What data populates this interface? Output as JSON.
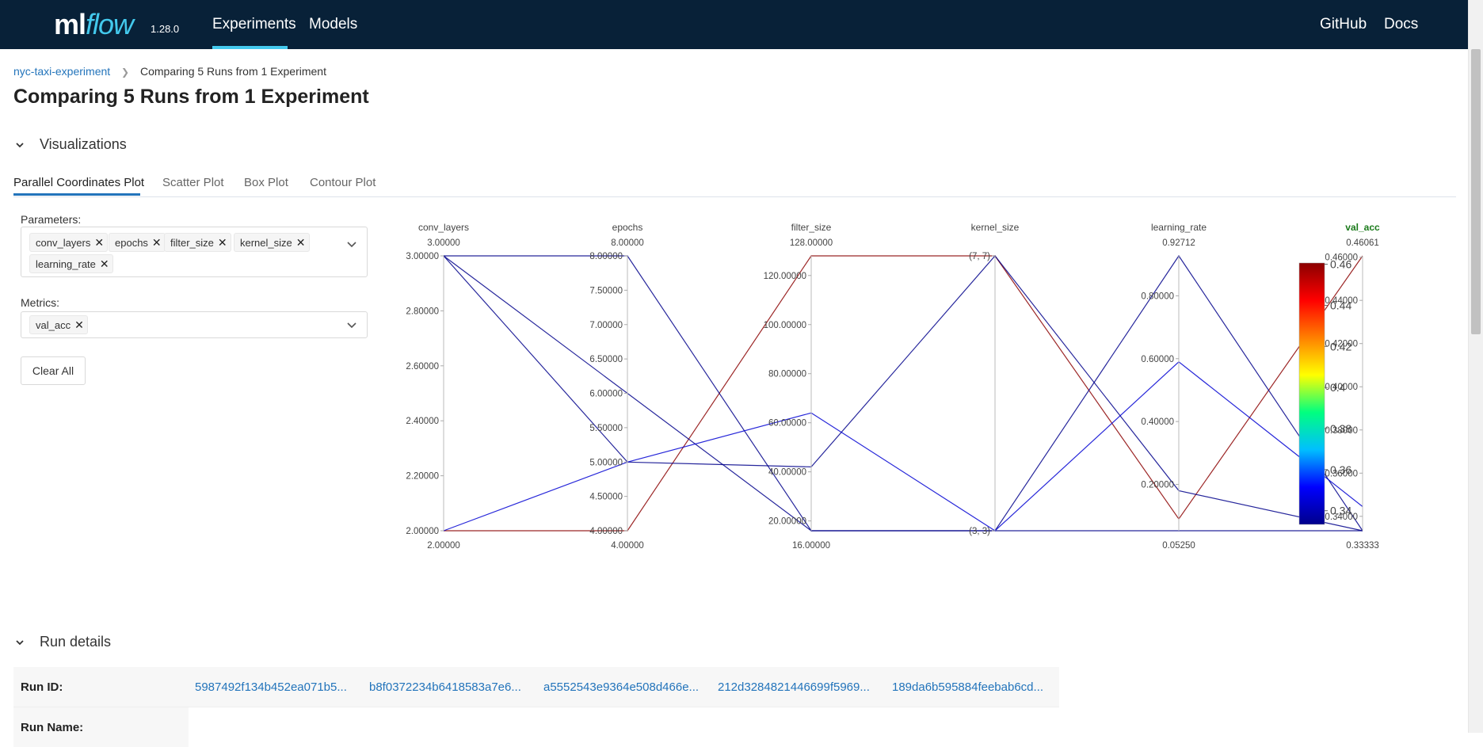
{
  "app": {
    "logo_ml": "ml",
    "logo_flow": "flow",
    "version": "1.28.0"
  },
  "nav": {
    "experiments": "Experiments",
    "models": "Models",
    "github": "GitHub",
    "docs": "Docs"
  },
  "breadcrumb": {
    "experiment": "nyc-taxi-experiment",
    "current": "Comparing 5 Runs from 1 Experiment"
  },
  "page_title": "Comparing 5 Runs from 1 Experiment",
  "visualizations": {
    "title": "Visualizations",
    "tabs": [
      "Parallel Coordinates Plot",
      "Scatter Plot",
      "Box Plot",
      "Contour Plot"
    ],
    "active_tab": "Parallel Coordinates Plot",
    "parameters_label": "Parameters:",
    "parameters": [
      "conv_layers",
      "epochs",
      "filter_size",
      "kernel_size",
      "learning_rate"
    ],
    "metrics_label": "Metrics:",
    "metrics": [
      "val_acc"
    ],
    "clear_all": "Clear All"
  },
  "chart_data": {
    "type": "parallel_coordinates",
    "dimensions": [
      {
        "name": "conv_layers",
        "min": 2,
        "max": 3,
        "min_label": "2.00000",
        "max_label": "3.00000",
        "ticks": [
          {
            "v": 2,
            "t": "2.00000"
          },
          {
            "v": 2.2,
            "t": "2.20000"
          },
          {
            "v": 2.4,
            "t": "2.40000"
          },
          {
            "v": 2.6,
            "t": "2.60000"
          },
          {
            "v": 2.8,
            "t": "2.80000"
          },
          {
            "v": 3,
            "t": "3.00000"
          }
        ]
      },
      {
        "name": "epochs",
        "min": 4,
        "max": 8,
        "min_label": "4.00000",
        "max_label": "8.00000",
        "ticks": [
          {
            "v": 4,
            "t": "4.00000"
          },
          {
            "v": 4.5,
            "t": "4.50000"
          },
          {
            "v": 5,
            "t": "5.00000"
          },
          {
            "v": 5.5,
            "t": "5.50000"
          },
          {
            "v": 6,
            "t": "6.00000"
          },
          {
            "v": 6.5,
            "t": "6.50000"
          },
          {
            "v": 7,
            "t": "7.00000"
          },
          {
            "v": 7.5,
            "t": "7.50000"
          },
          {
            "v": 8,
            "t": "8.00000"
          }
        ]
      },
      {
        "name": "filter_size",
        "min": 16,
        "max": 128,
        "min_label": "16.00000",
        "max_label": "128.00000",
        "ticks": [
          {
            "v": 20,
            "t": "20.00000"
          },
          {
            "v": 40,
            "t": "40.00000"
          },
          {
            "v": 60,
            "t": "60.00000"
          },
          {
            "v": 80,
            "t": "80.00000"
          },
          {
            "v": 100,
            "t": "100.00000"
          },
          {
            "v": 120,
            "t": "120.00000"
          }
        ]
      },
      {
        "name": "kernel_size",
        "min": 0,
        "max": 1,
        "min_label": "",
        "max_label": "",
        "ticks": [
          {
            "v": 0,
            "t": "(3, 3)"
          },
          {
            "v": 1,
            "t": "(7, 7)"
          }
        ]
      },
      {
        "name": "learning_rate",
        "min": 0.0525,
        "max": 0.92712,
        "min_label": "0.05250",
        "max_label": "0.92712",
        "ticks": [
          {
            "v": 0.2,
            "t": "0.20000"
          },
          {
            "v": 0.4,
            "t": "0.40000"
          },
          {
            "v": 0.6,
            "t": "0.60000"
          },
          {
            "v": 0.8,
            "t": "0.80000"
          }
        ]
      },
      {
        "name": "val_acc",
        "min": 0.33333,
        "max": 0.46061,
        "min_label": "0.33333",
        "max_label": "0.46061",
        "ticks": [
          {
            "v": 0.34,
            "t": "0.34000"
          },
          {
            "v": 0.36,
            "t": "0.36000"
          },
          {
            "v": 0.38,
            "t": "0.38000"
          },
          {
            "v": 0.4,
            "t": "0.40000"
          },
          {
            "v": 0.42,
            "t": "0.42000"
          },
          {
            "v": 0.44,
            "t": "0.44000"
          },
          {
            "v": 0.46,
            "t": "0.46000"
          }
        ]
      }
    ],
    "runs": [
      {
        "values": [
          2,
          4,
          128,
          1,
          0.09,
          0.46061
        ]
      },
      {
        "values": [
          3,
          8,
          16,
          0,
          0.0525,
          0.33333
        ]
      },
      {
        "values": [
          3,
          6,
          16,
          0,
          0.92712,
          0.33333
        ]
      },
      {
        "values": [
          3,
          5,
          42,
          1,
          0.18,
          0.33333
        ]
      },
      {
        "values": [
          2,
          5,
          64,
          0,
          0.59,
          0.3445
        ]
      }
    ],
    "colorscale": {
      "min": 0.33333,
      "max": 0.46061,
      "ticks": [
        {
          "v": 0.34,
          "t": "0.34"
        },
        {
          "v": 0.36,
          "t": "0.36"
        },
        {
          "v": 0.38,
          "t": "0.38"
        },
        {
          "v": 0.4,
          "t": "0.4"
        },
        {
          "v": 0.42,
          "t": "0.42"
        },
        {
          "v": 0.44,
          "t": "0.44"
        },
        {
          "v": 0.46,
          "t": "0.46"
        }
      ],
      "colors": [
        "#00008b",
        "#0000ff",
        "#00bfff",
        "#00ff80",
        "#ffff00",
        "#ff8000",
        "#ff0000",
        "#8b0000"
      ]
    },
    "highlight_dimension_color": "#1a7a1a"
  },
  "run_details": {
    "title": "Run details",
    "run_id_label": "Run ID:",
    "run_name_label": "Run Name:",
    "run_ids": [
      "5987492f134b452ea071b5...",
      "b8f0372234b6418583a7e6...",
      "a5552543e9364e508d466e...",
      "212d3284821446699f5969...",
      "189da6b595884feebab6cd..."
    ]
  },
  "colors": {
    "topbar": "#082138",
    "accent": "#43c9ed",
    "link": "#2374bb"
  }
}
